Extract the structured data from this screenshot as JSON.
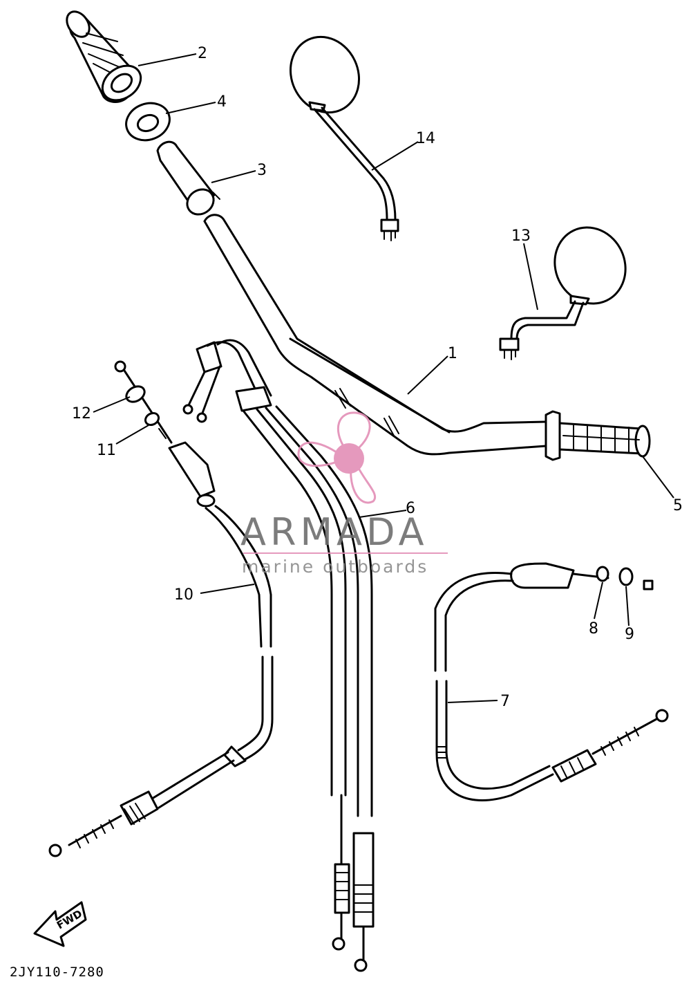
{
  "drawing_code": "2JY110-7280",
  "fwd_arrow_label": "FWD",
  "watermark": {
    "brand": "ARMADA",
    "tagline": "marine outboards",
    "accent_color": "#e38fb6"
  },
  "callouts": [
    "1",
    "2",
    "3",
    "4",
    "5",
    "6",
    "7",
    "8",
    "9",
    "10",
    "11",
    "12",
    "13",
    "14"
  ]
}
